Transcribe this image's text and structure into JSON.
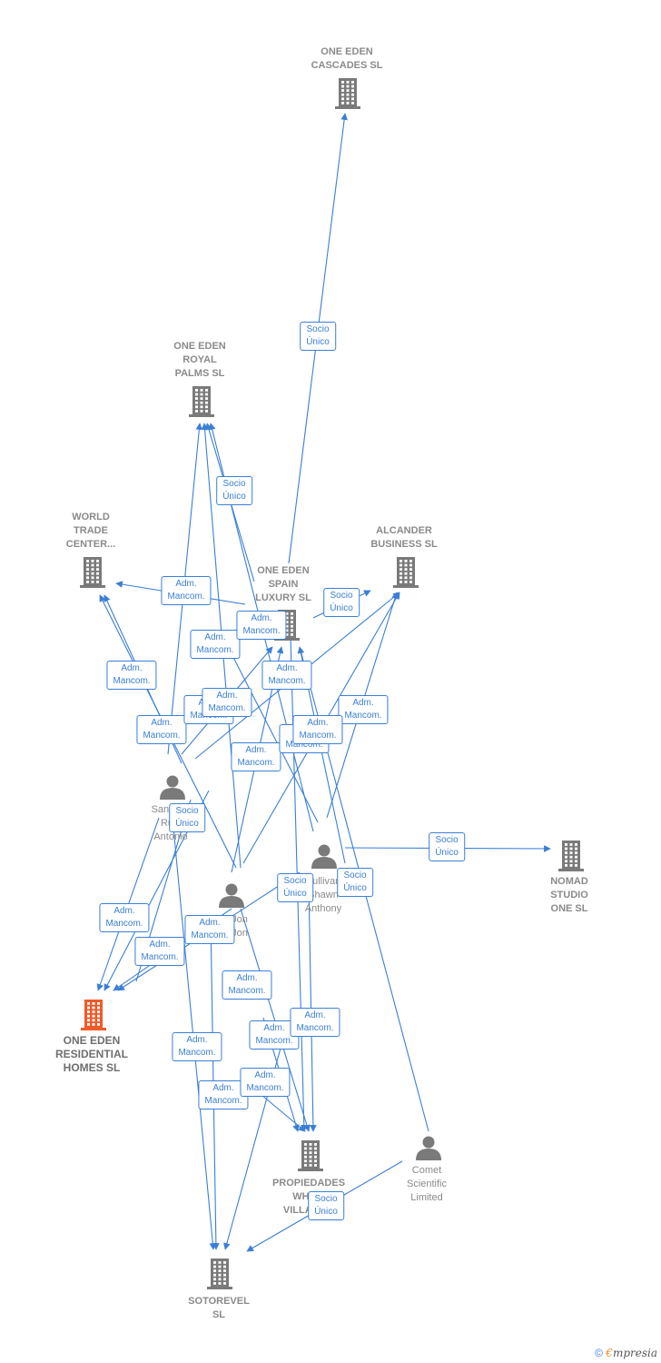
{
  "colors": {
    "edge": "#3a7fd6",
    "company": "#7a7a7a",
    "highlight": "#f05a28",
    "person": "#7a7a7a"
  },
  "nodes": [
    {
      "id": "cascades",
      "type": "company",
      "label": "ONE EDEN\nCASCADES  SL"
    },
    {
      "id": "royal",
      "type": "company",
      "label": "ONE EDEN\nROYAL\nPALMS  SL"
    },
    {
      "id": "world",
      "type": "company",
      "label": "WORLD\nTRADE\nCENTER..."
    },
    {
      "id": "alcander",
      "type": "company",
      "label": "ALCANDER\nBUSINESS  SL"
    },
    {
      "id": "spain",
      "type": "company",
      "label": "ONE EDEN\nSPAIN\nLUXURY  SL"
    },
    {
      "id": "nomad",
      "type": "company",
      "label": "NOMAD\nSTUDIO\nONE SL"
    },
    {
      "id": "residential",
      "type": "company-main",
      "label": "ONE EDEN\nRESIDENTIAL\nHOMES  SL"
    },
    {
      "id": "propiedades",
      "type": "company",
      "label": "PROPIEDADES\nWHITE\nVILLAS SL"
    },
    {
      "id": "sotorevel",
      "type": "company",
      "label": "SOTOREVEL\nSL"
    },
    {
      "id": "p1",
      "type": "person",
      "label": "Sanchez\nRuiz\nAntonio"
    },
    {
      "id": "p2",
      "type": "person",
      "label": "Jon\nJon"
    },
    {
      "id": "p3",
      "type": "person",
      "label": "Sullivan\nShawn\nAnthony"
    },
    {
      "id": "comet",
      "type": "person",
      "label": "Comet\nScientific\nLimited"
    }
  ],
  "edge_labels": [
    {
      "text": "Socio\nÚnico"
    },
    {
      "text": "Socio\nÚnico"
    },
    {
      "text": "Adm.\nMancom."
    },
    {
      "text": "Socio\nÚnico"
    },
    {
      "text": "Adm.\nMancom."
    },
    {
      "text": "Adm.\nMancom."
    },
    {
      "text": "Adm.\nMancom."
    },
    {
      "text": "Adm.\nMancom."
    },
    {
      "text": "Adm.\nMancom."
    },
    {
      "text": "Adm.\nMancom."
    },
    {
      "text": "Adm.\nMancom."
    },
    {
      "text": "Adm.\nMancom."
    },
    {
      "text": "Adm.\nMancom."
    },
    {
      "text": "Adm.\nMancom."
    },
    {
      "text": "Adm.\nMancom."
    },
    {
      "text": "Socio\nÚnico"
    },
    {
      "text": "Socio\nÚnico"
    },
    {
      "text": "Socio\nÚnico"
    },
    {
      "text": "Socio\nÚnico"
    },
    {
      "text": "Adm.\nMancom."
    },
    {
      "text": "Adm.\nMancom."
    },
    {
      "text": "Adm.\nMancom."
    },
    {
      "text": "Adm.\nMancom."
    },
    {
      "text": "Adm.\nMancom."
    },
    {
      "text": "Adm.\nMancom."
    },
    {
      "text": "Adm.\nMancom."
    },
    {
      "text": "Adm.\nMancom."
    },
    {
      "text": "Adm.\nMancom."
    },
    {
      "text": "Adm.\nMancom."
    },
    {
      "text": "Socio\nÚnico"
    }
  ],
  "footer": {
    "copyright": "©",
    "brand_first": "€",
    "brand_rest": "mpresia"
  }
}
